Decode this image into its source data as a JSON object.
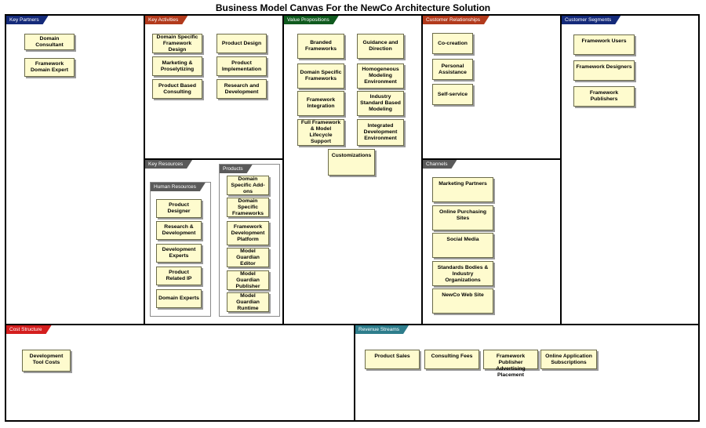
{
  "title": "Business Model Canvas For the NewCo Architecture Solution",
  "key_partners": {
    "label": "Key Partners",
    "items": [
      "Domain Consultant",
      "Framework Domain Expert"
    ]
  },
  "key_activities": {
    "label": "Key Activities",
    "items": [
      "Domain Specific Framework Design",
      "Product Design",
      "Marketing & Proselytizing",
      "Product Implementation",
      "Product  Based Consulting",
      "Research and Development"
    ]
  },
  "key_resources": {
    "label": "Key Resources",
    "human_resources": {
      "label": "Human Resources",
      "items": [
        "Product Designer",
        "Research & Development",
        "Development Experts",
        "Product Related IP",
        "Domain Experts"
      ]
    },
    "products": {
      "label": "Products",
      "items": [
        "Domain Specific Add-ons",
        "Domain Specific Frameworks",
        "Framework Development Platform",
        "Model Guardian Editor",
        "Model Guardian Publisher",
        "Model Guardian Runtime"
      ]
    }
  },
  "value_propositions": {
    "label": "Value Propositions",
    "items": [
      "Branded Frameworks",
      "Guidance and Direction",
      "Domain Specific Frameworks",
      "Homogeneous Modeling Environment",
      "Framework Integration",
      "Industry Standard Based Modeling",
      "Full Framework & Model Lifecycle Support",
      "Integrated Development Environment",
      "Customizations"
    ]
  },
  "customer_relationships": {
    "label": "Customer Relationships",
    "items": [
      "Co-creation",
      "Personal Assistance",
      "Self-service"
    ]
  },
  "channels": {
    "label": "Channels",
    "items": [
      "Marketing Partners",
      "Online Purchasing Sites",
      "Social Media",
      "Standards Bodies & Industry Organizations",
      "NewCo Web Site"
    ]
  },
  "customer_segments": {
    "label": "Customer Segments",
    "items": [
      "Framework Users",
      "Framework Designers",
      "Framework Publishers"
    ]
  },
  "cost_structure": {
    "label": "Cost Structure",
    "items": [
      "Development Tool Costs"
    ]
  },
  "revenue_streams": {
    "label": "Revenue Streams",
    "items": [
      "Product Sales",
      "Consulting Fees",
      "Framework Publisher Advertising Placement",
      "Online Application Subscriptions"
    ]
  }
}
